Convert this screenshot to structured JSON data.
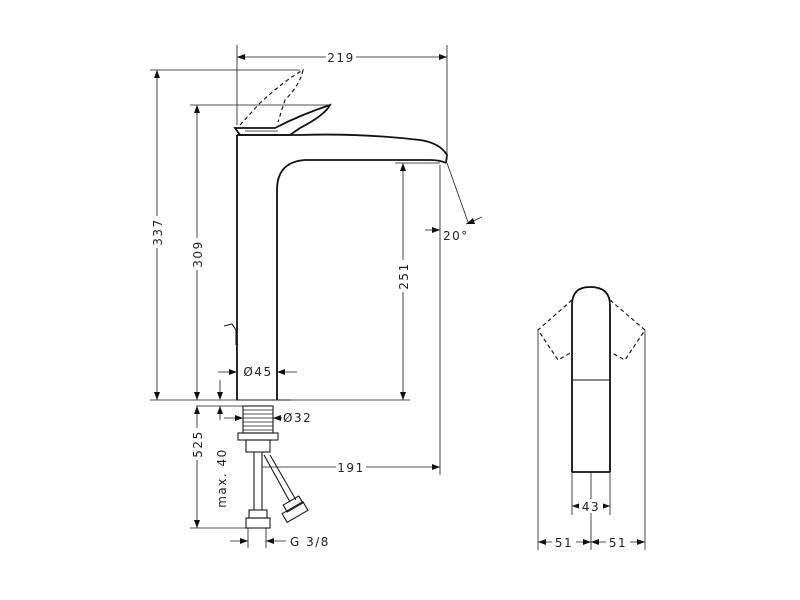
{
  "dimensions": {
    "width_total": "219",
    "height_total": "337",
    "height_handle": "309",
    "spout_height": "251",
    "spout_angle": "20°",
    "body_diameter": "Ø45",
    "thread_diameter": "Ø32",
    "max_deck": "525",
    "max_thickness": "max. 40",
    "spout_reach": "191",
    "connection": "G 3/8",
    "side_width": "43",
    "side_left": "51",
    "side_right": "51"
  },
  "colors": {
    "line": "#1a1a1a",
    "background": "#ffffff"
  }
}
